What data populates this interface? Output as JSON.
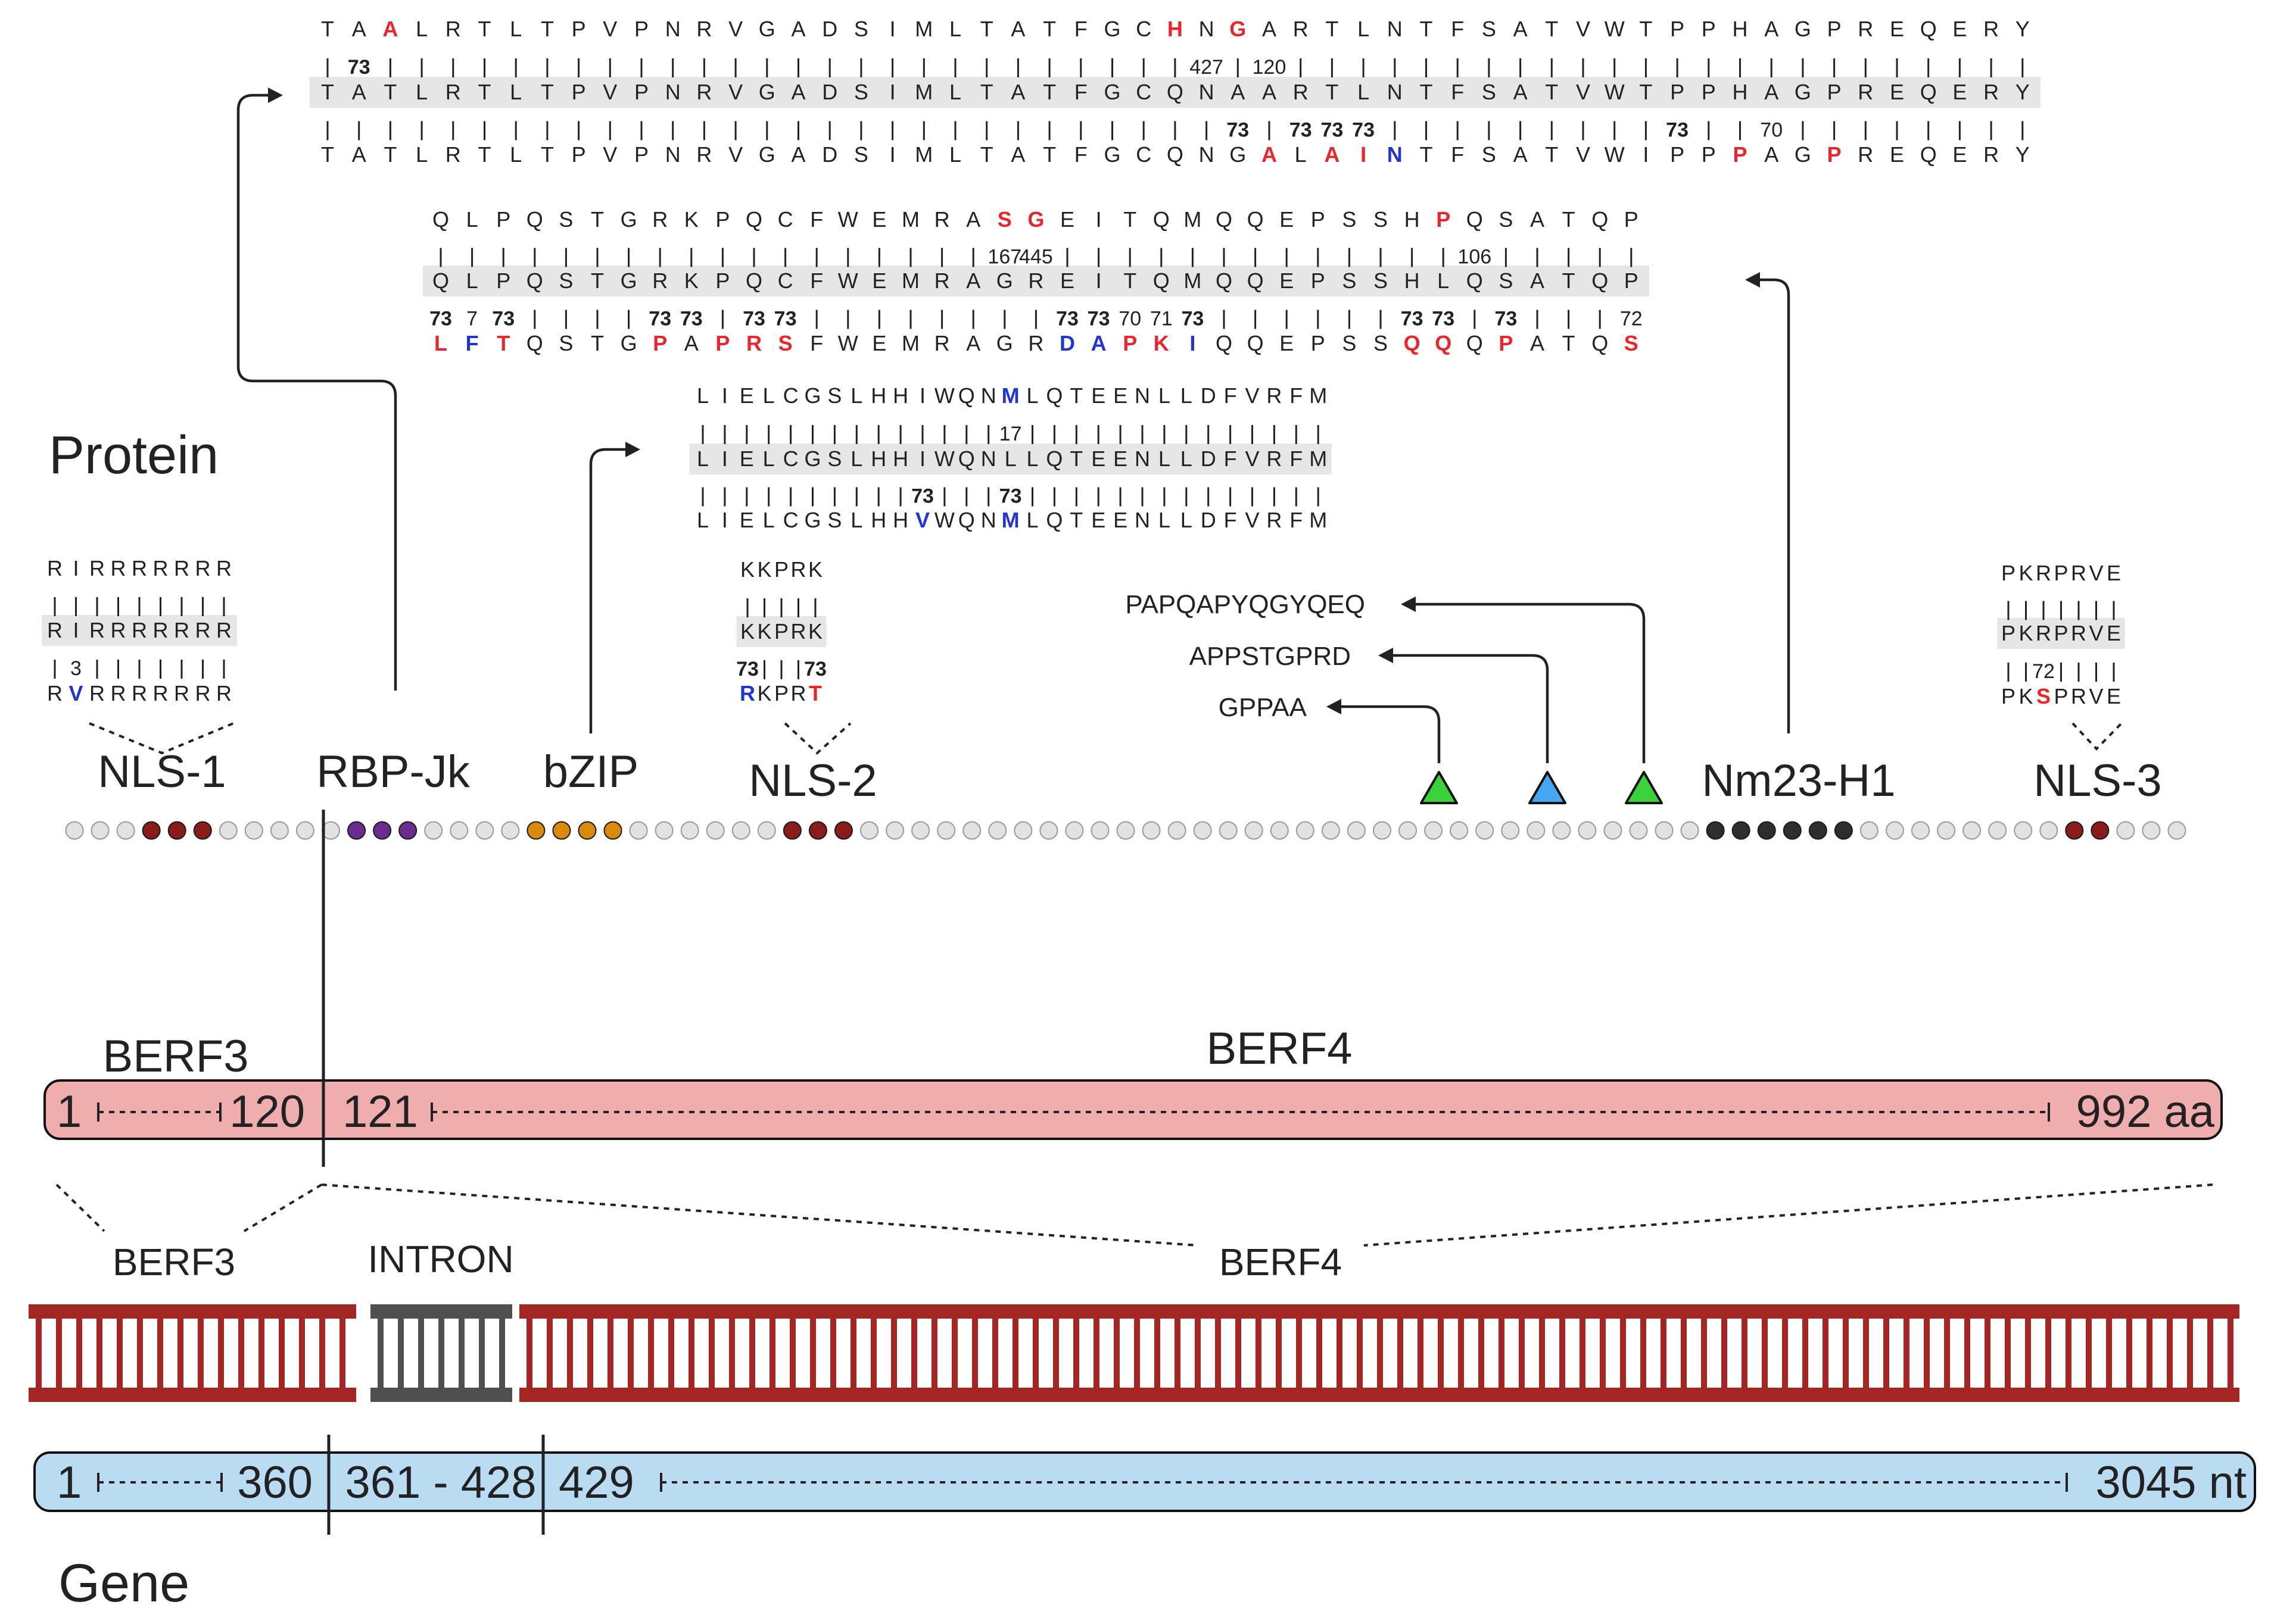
{
  "titles": {
    "protein": "Protein",
    "gene": "Gene"
  },
  "colors": {
    "black": "#222222",
    "red": "#e8262b",
    "blue": "#1f35d6",
    "band": "#e6e6e6",
    "nls": "#8a1b1b",
    "rbp": "#6a2d8f",
    "bzip": "#d98a0a",
    "nm23": "#2d2d2d",
    "bead": "#e2e2e2",
    "tri_green": "#3bd13b",
    "tri_blue": "#45a7f0",
    "protein_bar": "#efadad",
    "gene_bar": "#b9dcf2",
    "dna": "#a52525",
    "intron": "#4f4f4f"
  },
  "domains": [
    {
      "id": "nls1",
      "label": "NLS-1"
    },
    {
      "id": "rbp",
      "label": "RBP-Jk"
    },
    {
      "id": "bzip",
      "label": "bZIP"
    },
    {
      "id": "nls2",
      "label": "NLS-2"
    },
    {
      "id": "nm23",
      "label": "Nm23-H1"
    },
    {
      "id": "nls3",
      "label": "NLS-3"
    }
  ],
  "peptides": [
    "PAPQAPYQGYQEQ",
    "APPSTGPRD",
    "GPPAA"
  ],
  "alignments": [
    {
      "id": "aln-rbpjk",
      "rows": [
        "TAALRTLTPVPNRVGADSIMLTATFGCHNGARTLNTFSATVWTPPHAGPREQERY",
        "TATLRTLTPVPNRVGADSIMLTATFGCQNAARTLNTFSATVWTPPHAGPREQERY",
        "TATLRTLTPVPNRVGADSIMLTATFGCQNGALAINTFSATVWIPPPAGPREQERY"
      ],
      "colors": [
        "..r........................r.r.........................",
        ".......................................................",
        "..............................r.rrb..........r..r......"
      ],
      "conn_top": {
        "1": "73",
        "28": "427",
        "30": "120"
      },
      "conn_bottom": {
        "29": "73",
        "31": "73",
        "32": "73",
        "33": "73",
        "43": "73",
        "46": "70"
      }
    },
    {
      "id": "aln-nm23",
      "rows": [
        "QLPQSTGRKPQCFWEMRASGEITQMQQEPSSHPQSATQP",
        "QLPQSTGRKPQCFWEMRAGREITQMQQEPSSHLQSATQP",
        "LFTQSTGPAPRSFWEMRAGRDAPKIQQEPSSQQQPATQS"
      ],
      "colors": [
        "..................rr............r......",
        ".......................................",
        "rbr....r.rrr........bbrrb......rr.r...r"
      ],
      "conn_top": {
        "18": "167",
        "19": "445",
        "33": "106"
      },
      "conn_bottom": {
        "0": "73",
        "1": "7",
        "2": "73",
        "7": "73",
        "8": "73",
        "10": "73",
        "11": "73",
        "20": "73",
        "21": "73",
        "22": "70",
        "23": "71",
        "24": "73",
        "31": "73",
        "32": "73",
        "34": "73",
        "38": "72"
      }
    },
    {
      "id": "aln-bzip",
      "rows": [
        "LIELCGSLHHIWQNMLQTEENLLDFVRFM",
        "LIELCGSLHHIWQNLLQTEENLLDFVRFM",
        "LIELCGSLHHVWQNMLQTEENLLDFVRFM"
      ],
      "colors": [
        "..............b..............",
        ".............................",
        "..........b...b.............."
      ],
      "conn_top": {
        "14": "17"
      },
      "conn_bottom": {
        "10": "73",
        "14": "73"
      }
    },
    {
      "id": "aln-nls1",
      "rows": [
        "RIRRRRRRR",
        "RIRRRRRRR",
        "RVRRRRRRR"
      ],
      "colors": [
        ".........",
        ".........",
        ".b......."
      ],
      "conn_top": {},
      "conn_bottom": {
        "1": "3"
      }
    },
    {
      "id": "aln-nls2",
      "rows": [
        "KKPRK",
        "KKPRK",
        "RKPRT"
      ],
      "colors": [
        ".....",
        ".....",
        "b...r"
      ],
      "conn_top": {},
      "conn_bottom": {
        "0": "73",
        "4": "73"
      }
    },
    {
      "id": "aln-nls3",
      "rows": [
        "PKRPRVE",
        "PKRPRVE",
        "PKSPRVE"
      ],
      "colors": [
        ".......",
        ".......",
        "..r...."
      ],
      "conn_top": {},
      "conn_bottom": {
        "2": "72"
      }
    }
  ],
  "protein_bar": {
    "seg1_label": "BERF3",
    "seg2_label": "BERF4",
    "start": "1",
    "seg1_end": "120",
    "seg2_start": "121",
    "end": "992 aa"
  },
  "gene_bar": {
    "labels": {
      "berf3": "BERF3",
      "intron": "INTRON",
      "berf4": "BERF4"
    },
    "start": "1",
    "seg1_end": "360",
    "intron_range": "361 - 428",
    "seg3_start": "429",
    "end": "3045 nt"
  }
}
